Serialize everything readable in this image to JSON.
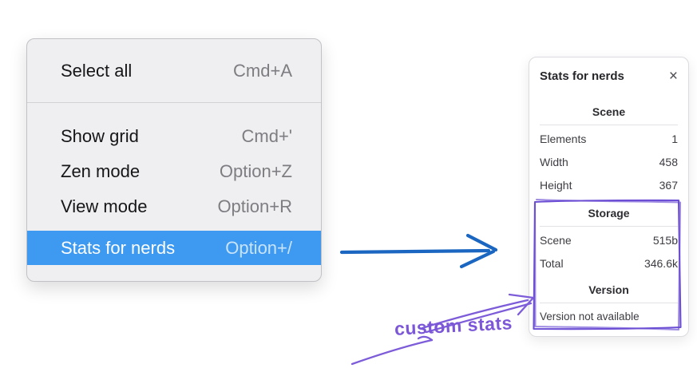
{
  "colors": {
    "arrow_blue": "#1b66c0",
    "annotation_purple": "#7d5cd9",
    "box_purple": "#6c4fd4",
    "highlight_blue": "#3d9af0"
  },
  "context_menu": {
    "items": [
      {
        "label": "Select all",
        "shortcut": "Cmd+A"
      },
      {
        "label": "Show grid",
        "shortcut": "Cmd+'"
      },
      {
        "label": "Zen mode",
        "shortcut": "Option+Z"
      },
      {
        "label": "View mode",
        "shortcut": "Option+R"
      },
      {
        "label": "Stats for nerds",
        "shortcut": "Option+/",
        "selected": true
      }
    ]
  },
  "stats_panel": {
    "title": "Stats for nerds",
    "close_icon": "×",
    "scene": {
      "heading": "Scene",
      "rows": [
        {
          "label": "Elements",
          "value": "1"
        },
        {
          "label": "Width",
          "value": "458"
        },
        {
          "label": "Height",
          "value": "367"
        }
      ]
    },
    "storage": {
      "heading": "Storage",
      "rows": [
        {
          "label": "Scene",
          "value": "515b"
        },
        {
          "label": "Total",
          "value": "346.6k"
        }
      ]
    },
    "version": {
      "heading": "Version",
      "note": "Version not available"
    }
  },
  "annotation": {
    "label": "custom stats"
  }
}
